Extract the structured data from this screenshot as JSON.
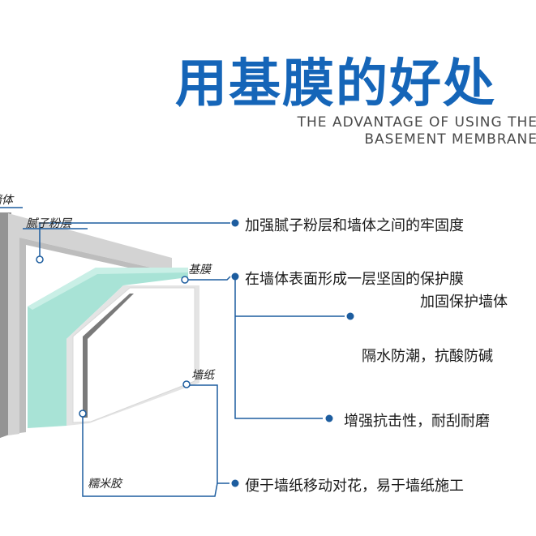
{
  "title": "用基膜的好处",
  "subtitle_line1": "THE ADVANTAGE OF USING THE",
  "subtitle_line2": "BASEMENT MEMBRANE",
  "layers": {
    "wall": "墙体",
    "putty": "腻子粉层",
    "base_membrane": "基膜",
    "wallpaper": "墙纸",
    "glue": "糯米胶"
  },
  "benefits": [
    "加强腻子粉层和墙体之间的牢固度",
    "在墙体表面形成一层坚固的保护膜",
    "加固保护墙体",
    "隔水防潮，抗酸防碱",
    "增强抗击性，耐刮耐磨",
    "便于墙纸移动对花，易于墙纸施工"
  ],
  "colors": {
    "title_blue": "#1565b8",
    "line_blue": "#1d5d9f",
    "membrane_green": "#a8e3d6"
  }
}
